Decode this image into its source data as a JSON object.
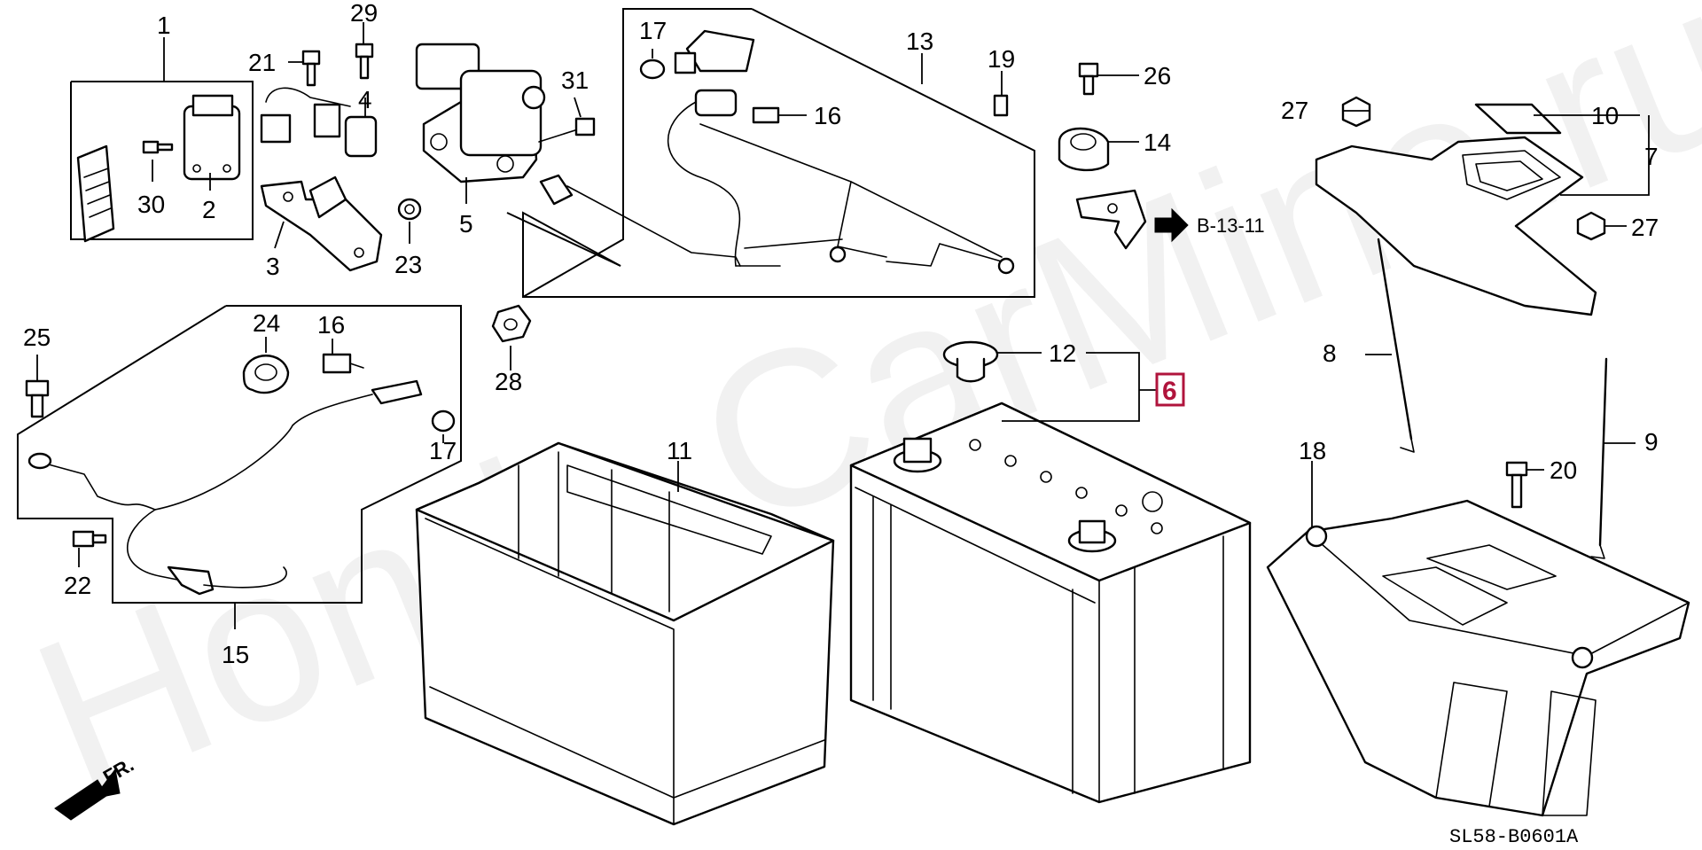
{
  "diagram": {
    "diagram_code": "SL58-B0601A",
    "front_label": "FR.",
    "watermark": "Honda.CarMine.ru",
    "cross_reference": "B-13-11",
    "highlight_color": "#b0143c",
    "callouts": {
      "c1": "1",
      "c2": "2",
      "c3": "3",
      "c4": "4",
      "c5": "5",
      "c6": "6",
      "c7": "7",
      "c8": "8",
      "c9": "9",
      "c10": "10",
      "c11": "11",
      "c12": "12",
      "c13": "13",
      "c14": "14",
      "c15": "15",
      "c16a": "16",
      "c16b": "16",
      "c17a": "17",
      "c17b": "17",
      "c18": "18",
      "c19": "19",
      "c20": "20",
      "c21": "21",
      "c22": "22",
      "c23": "23",
      "c24": "24",
      "c25": "25",
      "c26": "26",
      "c27a": "27",
      "c27b": "27",
      "c28": "28",
      "c29": "29",
      "c30": "30",
      "c31": "31"
    }
  }
}
